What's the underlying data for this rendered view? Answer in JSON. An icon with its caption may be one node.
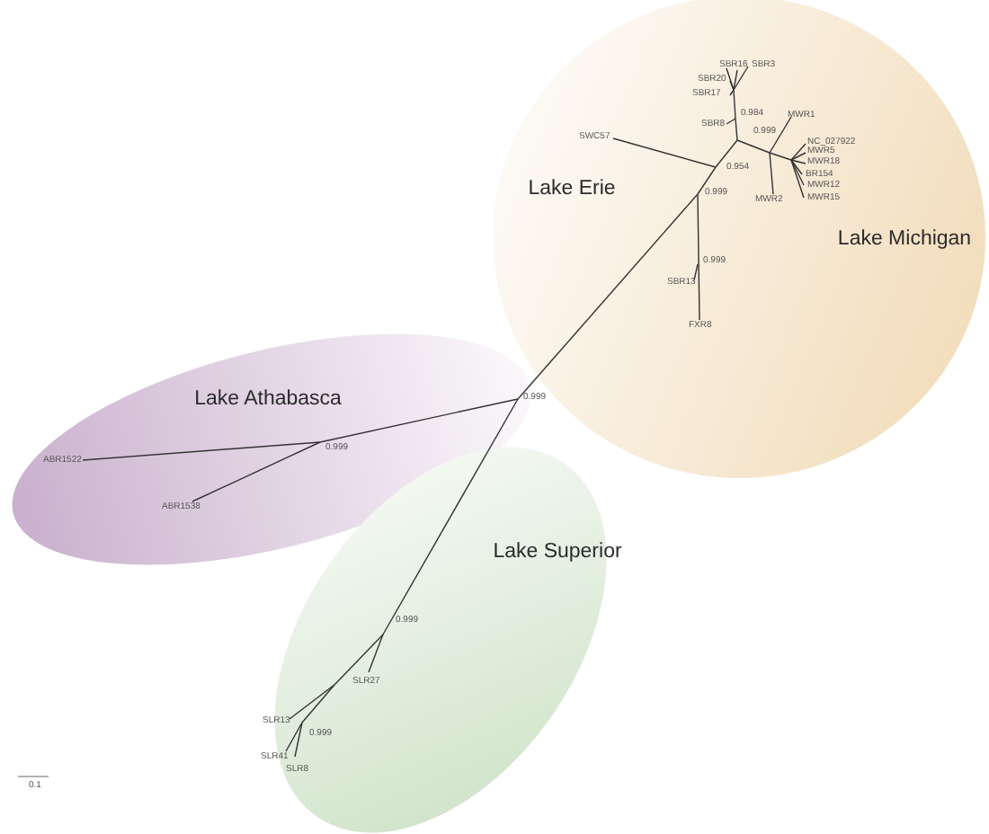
{
  "diagram": {
    "nodes": [
      {
        "text": [
          "Lake Erie",
          "Lake Michigan"
        ]
      },
      {
        "text": [
          "Lake Athabasca"
        ]
      },
      {
        "text": [
          "Lake Superior"
        ]
      }
    ],
    "labels": [
      "SBR16",
      "SBR3",
      "SBR20",
      "SBR17",
      "0.984",
      "MWR1",
      "SBR8",
      "0.999",
      "SWC57",
      "NC_027922",
      "MWR5",
      "MWR18",
      "BR154",
      "MWR12",
      "0.954",
      "0.999",
      "MWR15",
      "MWR2",
      "0.999",
      "SBR13",
      "FXR8",
      "0.999",
      "0.999",
      "ABR1522",
      "ABR1538",
      "0.999",
      "SLR27",
      "SLR13",
      "0.999",
      "SLR41",
      "SLR8",
      "0.1"
    ]
  }
}
